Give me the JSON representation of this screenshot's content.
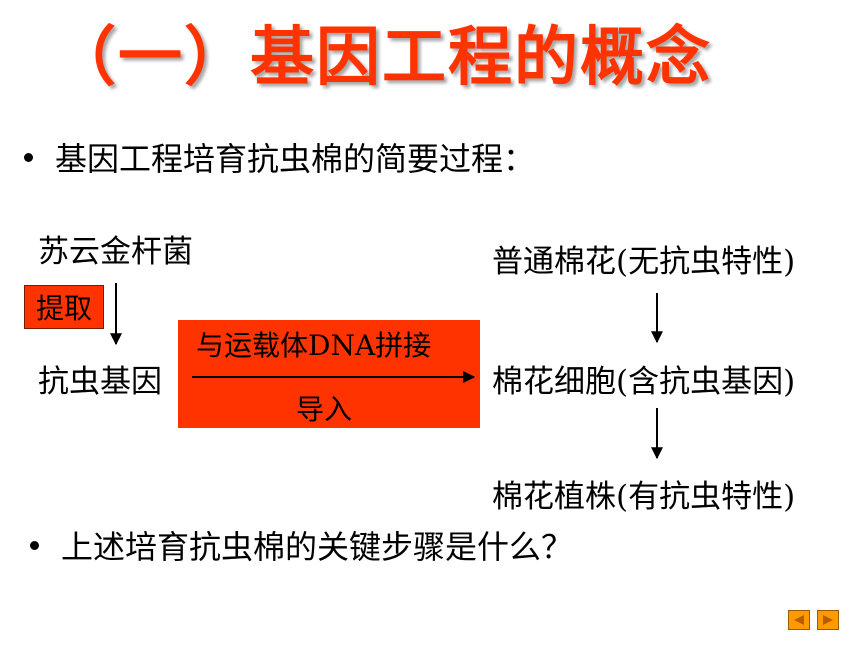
{
  "slide": {
    "title": "（一）基因工程的概念",
    "bullets": [
      "基因工程培育抗虫棉的简要过程：",
      "上述培育抗虫棉的关键步骤是什么？"
    ]
  },
  "diagram": {
    "nodes": {
      "bt": "苏云金杆菌",
      "gene": "抗虫基因",
      "cotton": "普通棉花(无抗虫特性)",
      "cell": "棉花细胞(含抗虫基因)",
      "plant": "棉花植株(有抗虫特性)"
    },
    "edge_labels": {
      "extract": "提取",
      "splice": "与运载体DNA拼接",
      "import": "导入"
    }
  },
  "nav": {
    "prev_icon": "triangle-left-icon",
    "next_icon": "triangle-right-icon"
  },
  "colors": {
    "title": "#ff3300",
    "highlight_fill": "#ff3300",
    "text": "#000000",
    "bullet": "#000000",
    "nav_fill": "#ff9900"
  }
}
